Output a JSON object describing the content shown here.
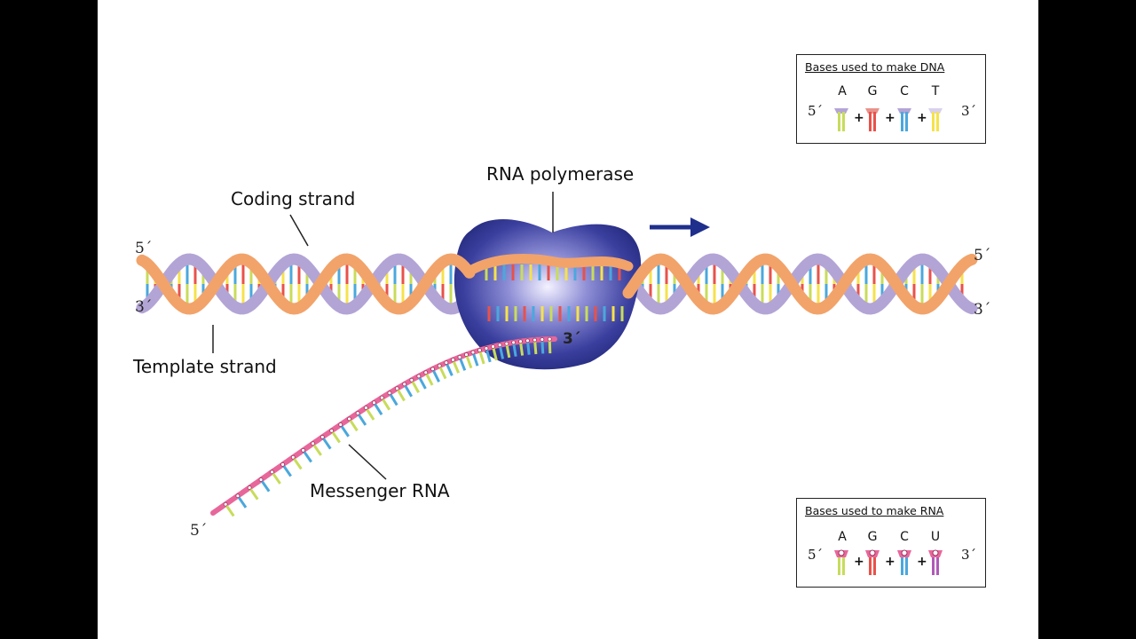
{
  "labels": {
    "rna_polymerase": "RNA polymerase",
    "coding_strand": "Coding strand",
    "template_strand": "Template strand",
    "messenger_rna": "Messenger RNA"
  },
  "strand_ends": {
    "left_top": "5´",
    "left_bottom": "3´",
    "right_top": "5´",
    "right_bottom": "3´",
    "mrna_growing_end": "3´",
    "mrna_start": "5´"
  },
  "dna_bases_box": {
    "title": "Bases used to make DNA",
    "end_left": "5´",
    "end_right": "3´",
    "bases": [
      "A",
      "G",
      "C",
      "T"
    ],
    "plus": "+"
  },
  "rna_bases_box": {
    "title": "Bases used to make RNA",
    "end_left": "5´",
    "end_right": "3´",
    "bases": [
      "A",
      "G",
      "C",
      "U"
    ],
    "plus": "+"
  },
  "colors": {
    "coding_strand": "#f2a36a",
    "template_strand": "#b3a4d6",
    "polymerase": "#2a2f8a",
    "mrna_backbone": "#e8679a",
    "arrow": "#1f2f8c",
    "base_A": "#c8dc5a",
    "base_G": "#e8524a",
    "base_C": "#4aa8dc",
    "base_T": "#f6e24a",
    "base_U": "#b05ab8"
  }
}
